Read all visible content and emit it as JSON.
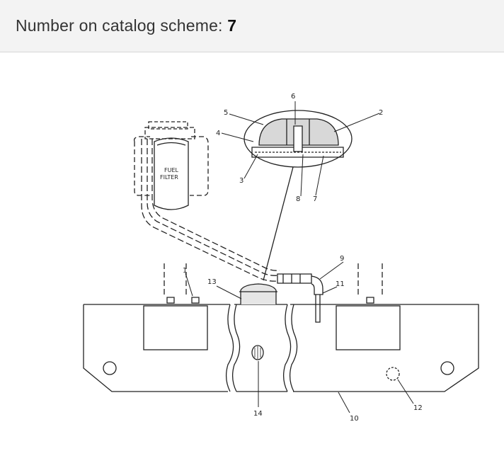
{
  "header": {
    "label": "Number on catalog scheme: ",
    "number": "7"
  },
  "diagram": {
    "filter_label_line1": "FUEL",
    "filter_label_line2": "FILTER",
    "callouts": [
      "1",
      "2",
      "3",
      "4",
      "5",
      "6",
      "7",
      "8",
      "9",
      "10",
      "11",
      "12",
      "13",
      "14"
    ]
  },
  "colors": {
    "header_bg": "#f3f3f3",
    "line": "#222222"
  }
}
